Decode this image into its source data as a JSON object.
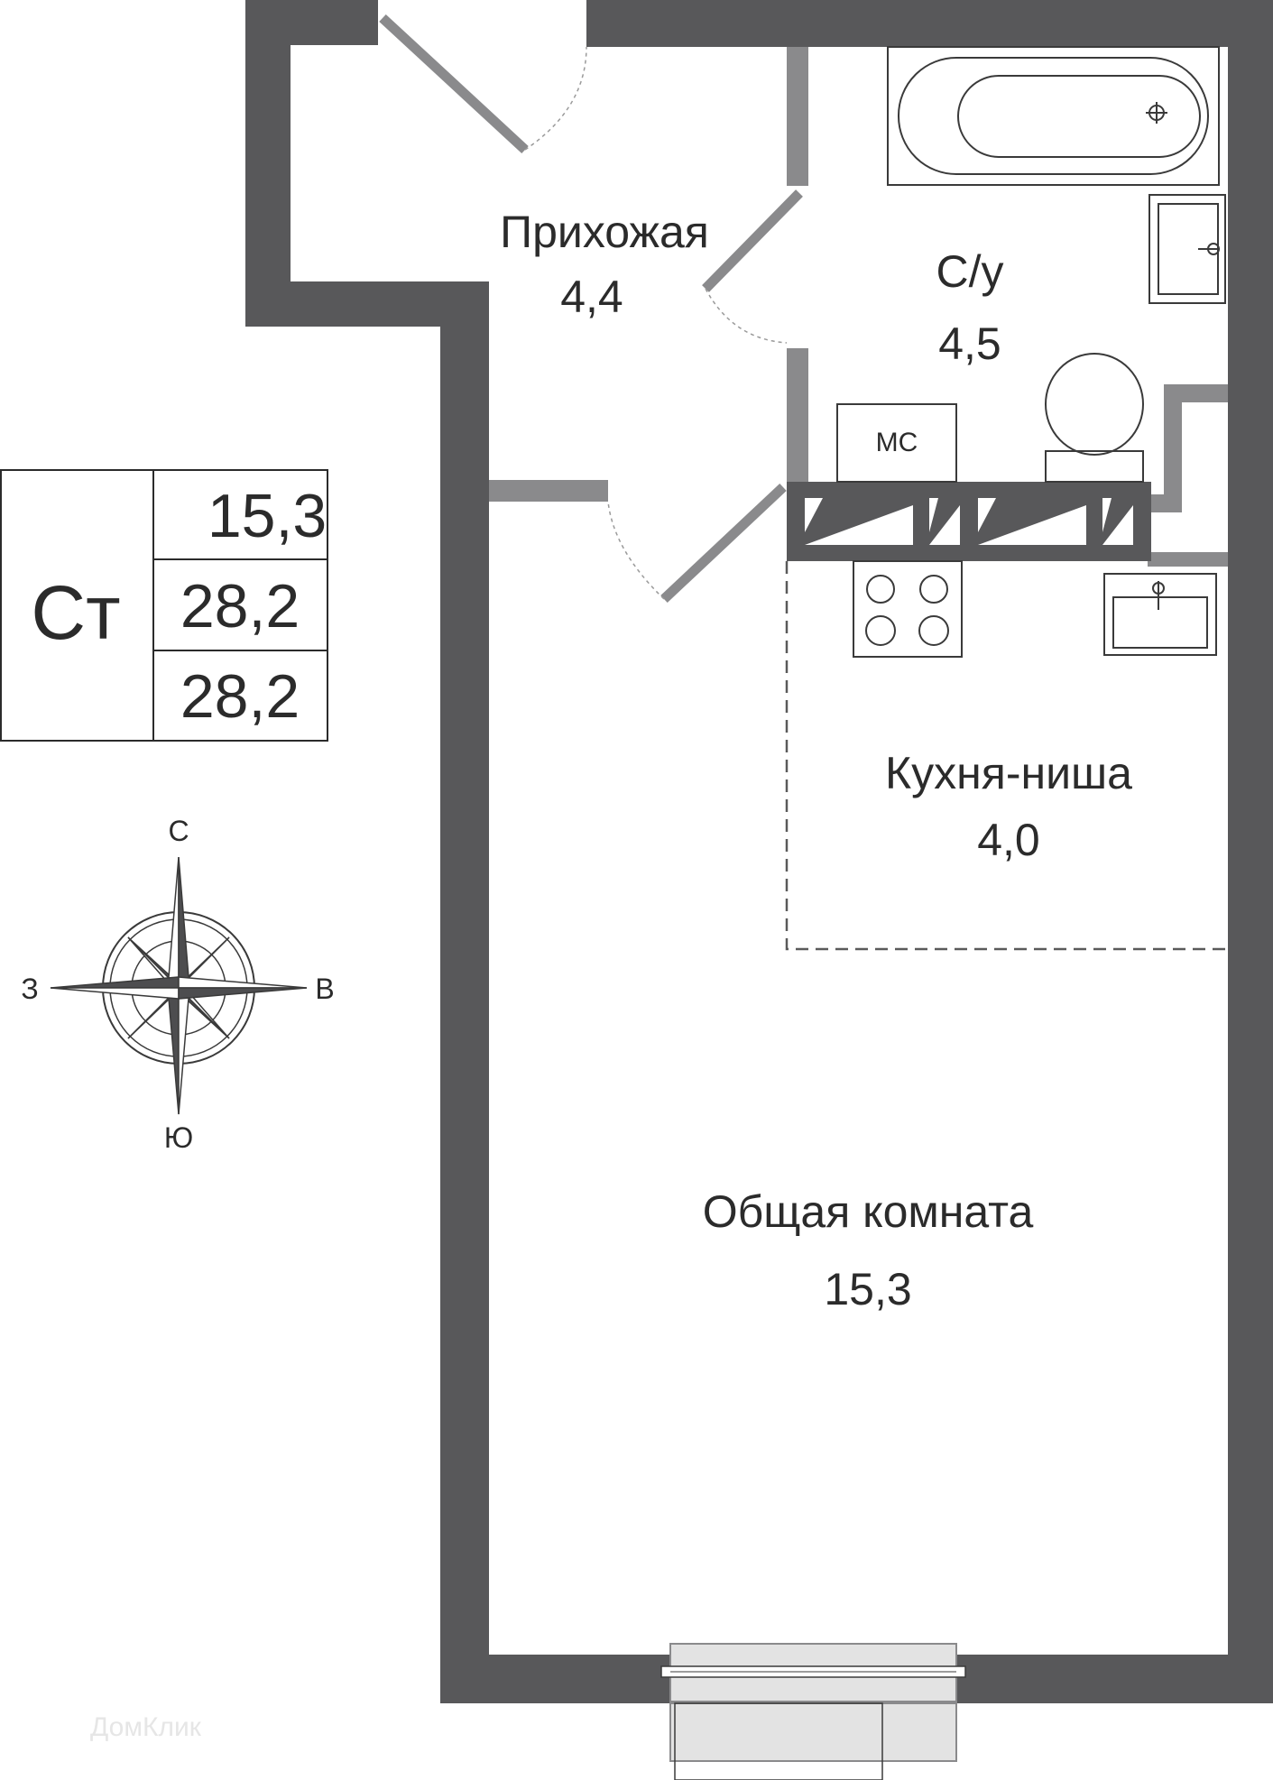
{
  "apartment_type": "Ст",
  "areas": {
    "living": "15,3",
    "total": "28,2",
    "total_with_balcony": "28,2"
  },
  "rooms": {
    "hallway": {
      "name": "Прихожая",
      "area": "4,4"
    },
    "bathroom": {
      "name": "С/у",
      "area": "4,5"
    },
    "kitchen": {
      "name": "Кухня-ниша",
      "area": "4,0"
    },
    "living_room": {
      "name": "Общая комната",
      "area": "15,3"
    }
  },
  "fixtures": {
    "washing_machine": "МС"
  },
  "compass": {
    "north": "С",
    "south": "Ю",
    "west": "З",
    "east": "В"
  },
  "watermark": "ДомКлик",
  "colors": {
    "wall": "#58585a",
    "partition": "#8a8a8c",
    "balcony": "#e3e3e3",
    "line": "#3a3a3a"
  }
}
